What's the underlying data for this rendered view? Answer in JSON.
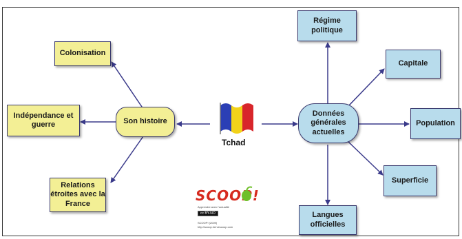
{
  "center": {
    "label": "Tchad",
    "icon": "flag-icon"
  },
  "left": {
    "hub": "Son histoire",
    "nodes": [
      "Colonisation",
      "Indépendance et guerre",
      "Relations étroites avec la France"
    ]
  },
  "right": {
    "hub": "Données générales actuelles",
    "nodes": [
      "Régime politique",
      "Capitale",
      "Population",
      "Superficie",
      "Langues officielles"
    ]
  },
  "logo": {
    "name": "SCOOP!",
    "tagline": "Apprendre avec l'actualité",
    "license": "BY-NO",
    "footer_lines": [
      "SCOOP! (2009)",
      "http://scoop.hervescoop.com"
    ]
  },
  "colors": {
    "yellow_box": "#f3ef95",
    "blue_box": "#b8dcec",
    "edge": "#3a3a8a",
    "logo_red": "#d62a1f",
    "logo_green": "#6fbf2a"
  }
}
